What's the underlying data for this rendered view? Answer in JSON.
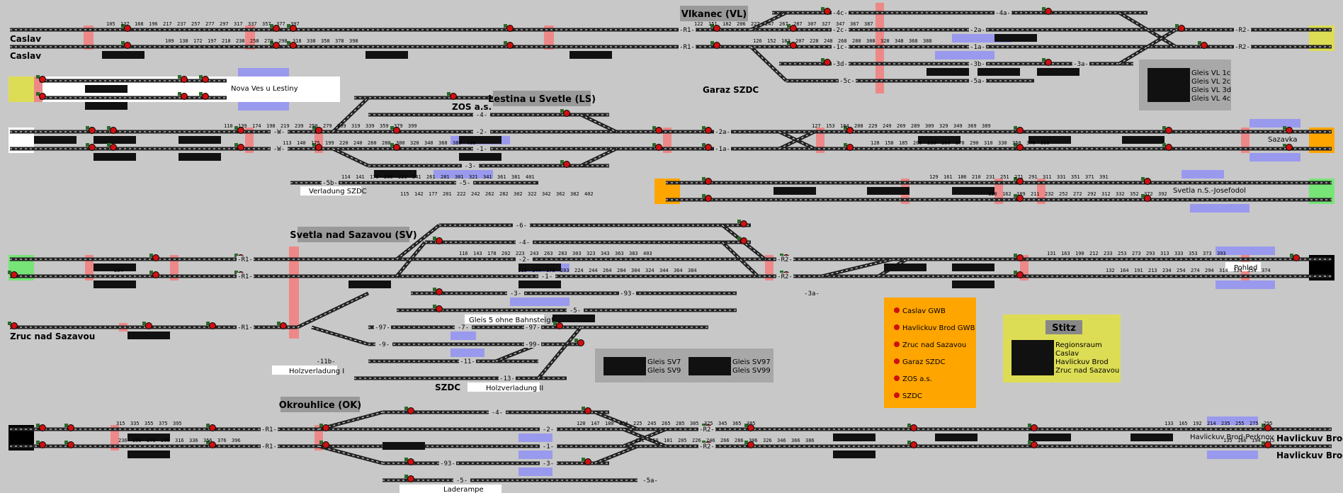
{
  "colors": {
    "background": "#c8c8c8",
    "track": "#222222",
    "signal": "#cc1111",
    "occupied": "#ee8888",
    "reserved": "#9999ee",
    "counter": "#111111",
    "panel_gray": "#a8a8a8",
    "panel_orange": "#ffa500",
    "panel_yellow": "#dddd55",
    "edge_yellow": "#dddd55",
    "edge_green": "#77e477",
    "edge_orange": "#ffa500",
    "edge_black": "#000000",
    "edge_white": "#ffffff"
  },
  "stations": {
    "vlkanec": "Vlkanec (VL)",
    "lestina": "Lestina u Svetle (LS)",
    "svetla": "Svetla nad Sazavou (SV)",
    "okrouhlice": "Okrouhlice (OK)"
  },
  "endpoints": {
    "caslav_1": "Caslav",
    "caslav_2": "Caslav",
    "zruc": "Zruc nad Sazavou",
    "havlickuv_1": "Havlickuv Brod",
    "havlickuv_2": "Havlickuv Brod"
  },
  "places": {
    "garaz": "Garaz SZDC",
    "zos": "ZOS a.s.",
    "szdc": "SZDC",
    "nova_ves": "Nova Ves u Lestiny",
    "sazavka": "Sazavka",
    "svetla_jos": "Svetla n.S.-Josefodol",
    "pohled": "Pohled",
    "hb_perknov": "Havlickuv Brod-Perknov",
    "verladung": "Verladung SZDC",
    "holz1": "Holzverladung I",
    "holz2": "Holzverladung II",
    "laderampe": "Laderampe",
    "gleis5": "Gleis 5 ohne Bahnsteig!"
  },
  "vl_panel": [
    "Gleis VL 1c",
    "Gleis VL 2c",
    "Gleis VL 3d",
    "Gleis VL 4c"
  ],
  "sv_panel": [
    "Gleis SV7",
    "Gleis SV9",
    "Gleis SV97",
    "Gleis SV99"
  ],
  "gwb_panel": [
    "Caslav GWB",
    "Havlickuv Brod GWB",
    "Zruc nad Sazavou",
    "Garaz SZDC",
    "ZOS a.s.",
    "SZDC"
  ],
  "stitz": {
    "title": "Stitz",
    "items": [
      "Regionsraum",
      "Caslav",
      "Havlickuv Brod",
      "Zruc nad Sazavou"
    ]
  },
  "tracks": {
    "vl_r1": "-R1-",
    "vl_r1b": "-R1-",
    "vl_4c": "-4c-",
    "vl_2c": "-2c-",
    "vl_1c": "-1c-",
    "vl_3d": "-3d-",
    "vl_5c": "-5c-",
    "vl_4a": "-4a-",
    "vl_2a": "-2a-",
    "vl_1a": "-1a-",
    "vl_3b": "-3b-",
    "vl_5a": "-5a-",
    "vl_3a": "-3a-",
    "vl_r2": "-R2-",
    "vl_r2b": "-R2-",
    "ls_w": "-W-",
    "ls_w2": "-W-",
    "ls_4": "-4-",
    "ls_2": "-2-",
    "ls_1": "-1-",
    "ls_3": "-3-",
    "ls_5": "-5-",
    "ls_5b": "-5b-",
    "ls_2a": "-2a-",
    "ls_1a": "-1a-",
    "sv_r1": "-R1-",
    "sv_r1b": "-R1-",
    "sv_r1c": "-R1-",
    "sv_6": "-6-",
    "sv_4": "-4-",
    "sv_2": "-2-",
    "sv_1": "-1-",
    "sv_3": "-3-",
    "sv_5": "-5-",
    "sv_93": "-93-",
    "sv_7": "-7-",
    "sv_97": "-97-",
    "sv_97b": "-97-",
    "sv_9": "-9-",
    "sv_99": "-99-",
    "sv_11": "-11-",
    "sv_11b": "-11b-",
    "sv_13": "-13-",
    "sv_r2": "-R2-",
    "sv_r2b": "-R2-",
    "sv_3a": "-3a-",
    "ok_r1": "-R1-",
    "ok_r1b": "-R1-",
    "ok_4": "-4-",
    "ok_2": "-2-",
    "ok_1": "-1-",
    "ok_3": "-3-",
    "ok_93": "-93-",
    "ok_5": "-5-",
    "ok_5a": "-5a-",
    "ok_r2": "-R2-",
    "ok_r2b": "-R2-"
  },
  "signal_numbers": [
    "105",
    "109",
    "110",
    "113",
    "114",
    "115",
    "116",
    "118",
    "120",
    "121",
    "122",
    "126",
    "127",
    "128",
    "129",
    "130",
    "131",
    "132",
    "133",
    "135",
    "137",
    "138",
    "139",
    "140",
    "141",
    "142",
    "143",
    "144",
    "147",
    "150",
    "151",
    "152",
    "153",
    "158",
    "161",
    "162",
    "163",
    "164",
    "165",
    "166",
    "168",
    "172",
    "174",
    "175",
    "176",
    "177",
    "178",
    "179",
    "180",
    "181",
    "182",
    "183",
    "184",
    "185",
    "186",
    "189",
    "190",
    "191",
    "192",
    "194",
    "196",
    "197",
    "198",
    "199",
    "200",
    "201",
    "202",
    "203",
    "204",
    "205",
    "206",
    "207",
    "208",
    "209",
    "210",
    "211",
    "212",
    "213",
    "214",
    "215",
    "217",
    "218",
    "219",
    "220",
    "221",
    "222",
    "223",
    "224",
    "225",
    "226",
    "227",
    "228",
    "229",
    "230",
    "231",
    "232",
    "233",
    "234",
    "235",
    "236",
    "237",
    "238",
    "239",
    "240",
    "241",
    "242",
    "243",
    "244",
    "245",
    "246",
    "247",
    "248",
    "249",
    "250",
    "251",
    "252",
    "253",
    "254",
    "255",
    "256",
    "257",
    "258",
    "259",
    "260",
    "261",
    "262",
    "263",
    "264",
    "265",
    "266",
    "267",
    "268",
    "269",
    "270",
    "271",
    "272",
    "273",
    "274",
    "275",
    "276",
    "277",
    "278",
    "279",
    "280",
    "281",
    "282",
    "283",
    "284",
    "285",
    "286",
    "287",
    "288",
    "289",
    "290",
    "291",
    "292",
    "293",
    "294",
    "295",
    "296",
    "297",
    "298",
    "299",
    "300",
    "301",
    "302",
    "303",
    "304",
    "305",
    "306",
    "307",
    "308",
    "309",
    "310",
    "311",
    "312",
    "313",
    "314",
    "315",
    "316",
    "317",
    "318",
    "319",
    "320",
    "321",
    "322",
    "323",
    "324",
    "325",
    "326",
    "327",
    "328",
    "329",
    "330",
    "331",
    "332",
    "333",
    "334",
    "335",
    "336",
    "337",
    "338",
    "339",
    "340",
    "341",
    "342",
    "343",
    "344",
    "345",
    "346",
    "347",
    "348",
    "349",
    "350",
    "351",
    "352",
    "353",
    "354",
    "355",
    "356",
    "357",
    "358",
    "359",
    "360",
    "361",
    "362",
    "363",
    "364",
    "365",
    "366",
    "367",
    "368",
    "369",
    "370",
    "371",
    "372",
    "373",
    "374",
    "375",
    "376",
    "377",
    "378",
    "379",
    "380",
    "381",
    "382",
    "383",
    "384",
    "385",
    "386",
    "387",
    "388",
    "389",
    "390",
    "391",
    "392",
    "393",
    "394",
    "395",
    "396",
    "397",
    "398",
    "399",
    "400",
    "401",
    "402",
    "403"
  ]
}
